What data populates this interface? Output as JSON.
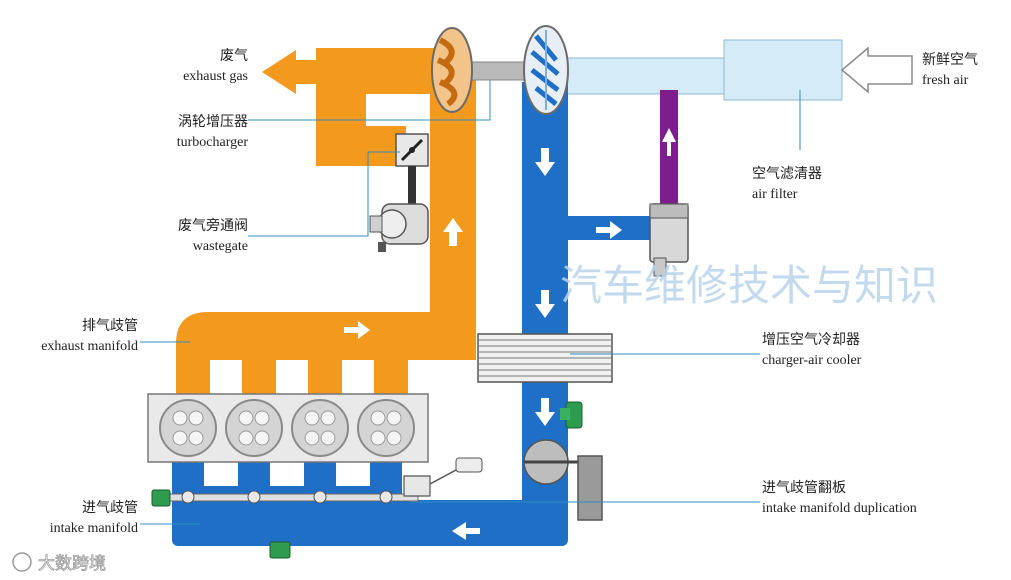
{
  "labels": {
    "exhaust_gas": {
      "cn": "废气",
      "en": "exhaust gas"
    },
    "turbocharger": {
      "cn": "涡轮增压器",
      "en": "turbocharger"
    },
    "wastegate": {
      "cn": "废气旁通阀",
      "en": "wastegate"
    },
    "exhaust_manifold": {
      "cn": "排气歧管",
      "en": "exhaust manifold"
    },
    "intake_manifold": {
      "cn": "进气歧管",
      "en": "intake manifold"
    },
    "fresh_air": {
      "cn": "新鲜空气",
      "en": "fresh air"
    },
    "air_filter": {
      "cn": "空气滤清器",
      "en": "air filter"
    },
    "charger_air_cooler": {
      "cn": "增压空气冷却器",
      "en": "charger-air cooler"
    },
    "intake_manifold_duplication": {
      "cn": "进气歧管翻板",
      "en": "intake manifold duplication"
    }
  },
  "watermark": {
    "main": "汽车维修技术与知识",
    "corner": "大数跨境"
  },
  "colors": {
    "exhaust": "#f39a1e",
    "intake": "#1f6fc6",
    "fresh_air": "#d5ebf8",
    "purple_line": "#7a1f8c",
    "leader": "#2f8fc0"
  }
}
